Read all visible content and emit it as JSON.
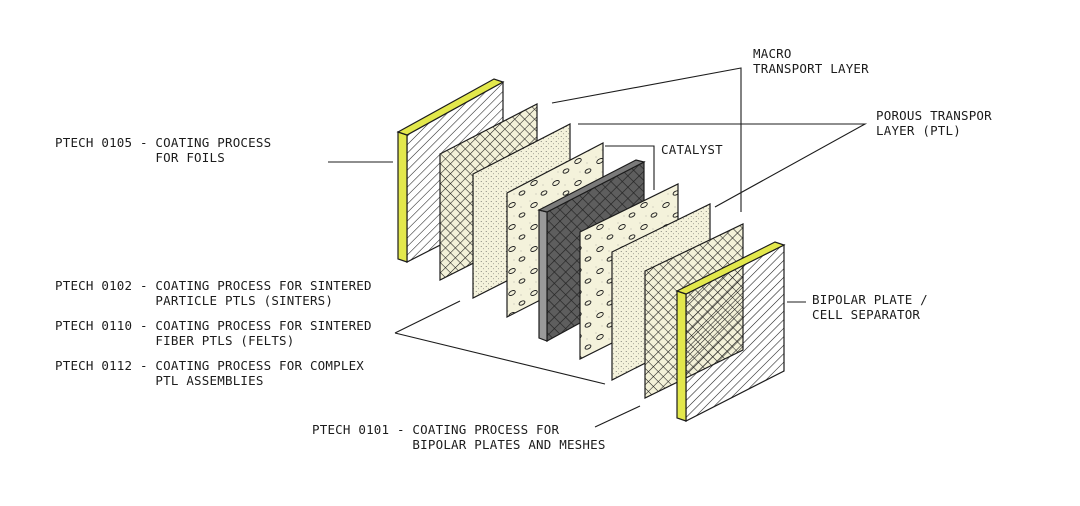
{
  "labels": {
    "macro": "MACRO\nTRANSPORT LAYER",
    "ptl": "POROUS TRANSPOR\nLAYER (PTL)",
    "catalyst": "CATALYST",
    "bipolar": "BIPOLAR PLATE /\nCELL SEPARATOR",
    "p0105": "PTECH 0105 - COATING PROCESS\n             FOR FOILS",
    "p0102": "PTECH 0102 - COATING PROCESS FOR SINTERED\n             PARTICLE PTLS (SINTERS)",
    "p0110": "PTECH 0110 - COATING PROCESS FOR SINTERED\n             FIBER PTLS (FELTS)",
    "p0112": "PTECH 0112 - COATING PROCESS FOR COMPLEX\n             PTL ASSEMBLIES",
    "p0101": "PTECH 0101 - COATING PROCESS FOR\n             BIPOLAR PLATES AND MESHES"
  },
  "colors": {
    "edge_yellow": "#e3e84c",
    "fill_cream": "#f4f2db",
    "catalyst_gray": "#5e5e5e",
    "line": "#1c1c1c"
  }
}
